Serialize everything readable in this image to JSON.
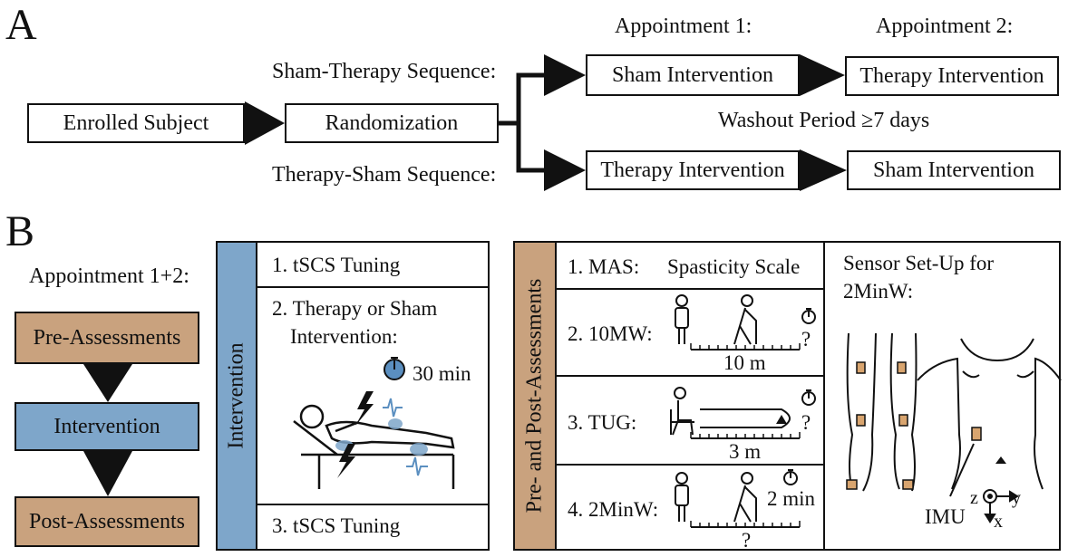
{
  "panel_a": {
    "letter": "A",
    "enrolled": "Enrolled Subject",
    "randomization": "Randomization",
    "sham_therapy_seq": "Sham-Therapy Sequence:",
    "therapy_sham_seq": "Therapy-Sham Sequence:",
    "appointment1": "Appointment 1:",
    "appointment2": "Appointment 2:",
    "row1_box1": "Sham Intervention",
    "row1_box2": "Therapy Intervention",
    "row2_box1": "Therapy Intervention",
    "row2_box2": "Sham Intervention",
    "washout": "Washout Period ≥7 days"
  },
  "panel_b": {
    "letter": "B",
    "appointments": "Appointment 1+2:",
    "flow": [
      "Pre-Assessments",
      "Intervention",
      "Post-Assessments"
    ],
    "intervention_table": {
      "side_label": "Intervention",
      "step1": "1. tSCS Tuning",
      "step2_line1": "2. Therapy or Sham",
      "step2_line2": "Intervention:",
      "duration": "30 min",
      "step3": "3. tSCS Tuning"
    },
    "assessment_table": {
      "side_label": "Pre- and Post-Assessments",
      "mas_label": "1. MAS:",
      "mas_desc": "Spasticity Scale",
      "tenmw_label": "2. 10MW:",
      "tenmw_distance": "10 m",
      "tenmw_time": "?",
      "tug_label": "3. TUG:",
      "tug_distance": "3 m",
      "tug_time": "?",
      "twominw_label": "4. 2MinW:",
      "twominw_time": "2 min",
      "twominw_distance": "?"
    },
    "sensor": {
      "title_line1": "Sensor Set-Up for",
      "title_line2": "2MinW:",
      "imu": "IMU",
      "axis_z": "z",
      "axis_y": "y",
      "axis_x": "x"
    }
  },
  "colors": {
    "tan": "#c9a27e",
    "blue": "#7ea6ca",
    "sensor": "#d9a56f",
    "wave": "#5b8fc0"
  }
}
